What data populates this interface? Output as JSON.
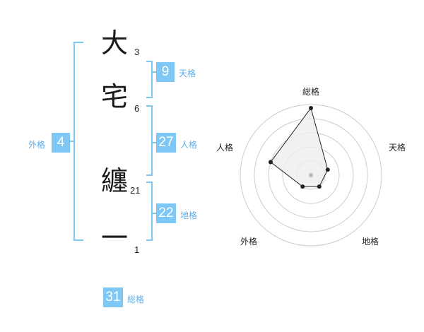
{
  "name": {
    "characters": [
      {
        "char": "大",
        "strokes": "3"
      },
      {
        "char": "宅",
        "strokes": "6"
      },
      {
        "char": "纏",
        "strokes": "21"
      },
      {
        "char": "一",
        "strokes": "1"
      }
    ]
  },
  "fortune": {
    "tenkaku": {
      "label": "天格",
      "value": "9"
    },
    "jinkaku": {
      "label": "人格",
      "value": "27"
    },
    "chikaku": {
      "label": "地格",
      "value": "22"
    },
    "gaikaku": {
      "label": "外格",
      "value": "4"
    },
    "soukaku": {
      "label": "総格",
      "value": "31"
    }
  },
  "radar": {
    "labels": {
      "top": "総格",
      "right": "天格",
      "bottom_right": "地格",
      "bottom_left": "外格",
      "left": "人格"
    },
    "levels": 5,
    "values": {
      "soukaku": 0.95,
      "tenkaku": 0.25,
      "chikaku": 0.2,
      "gaikaku": 0.2,
      "jinkaku": 0.6
    },
    "colors": {
      "fill": "#eeeeee",
      "stroke": "#222222",
      "grid": "#cccccc",
      "center": "#bbbbbb"
    }
  },
  "colors": {
    "accent": "#7fc8f6",
    "bracket": "#7fc8f6",
    "label": "#5aaee8"
  }
}
